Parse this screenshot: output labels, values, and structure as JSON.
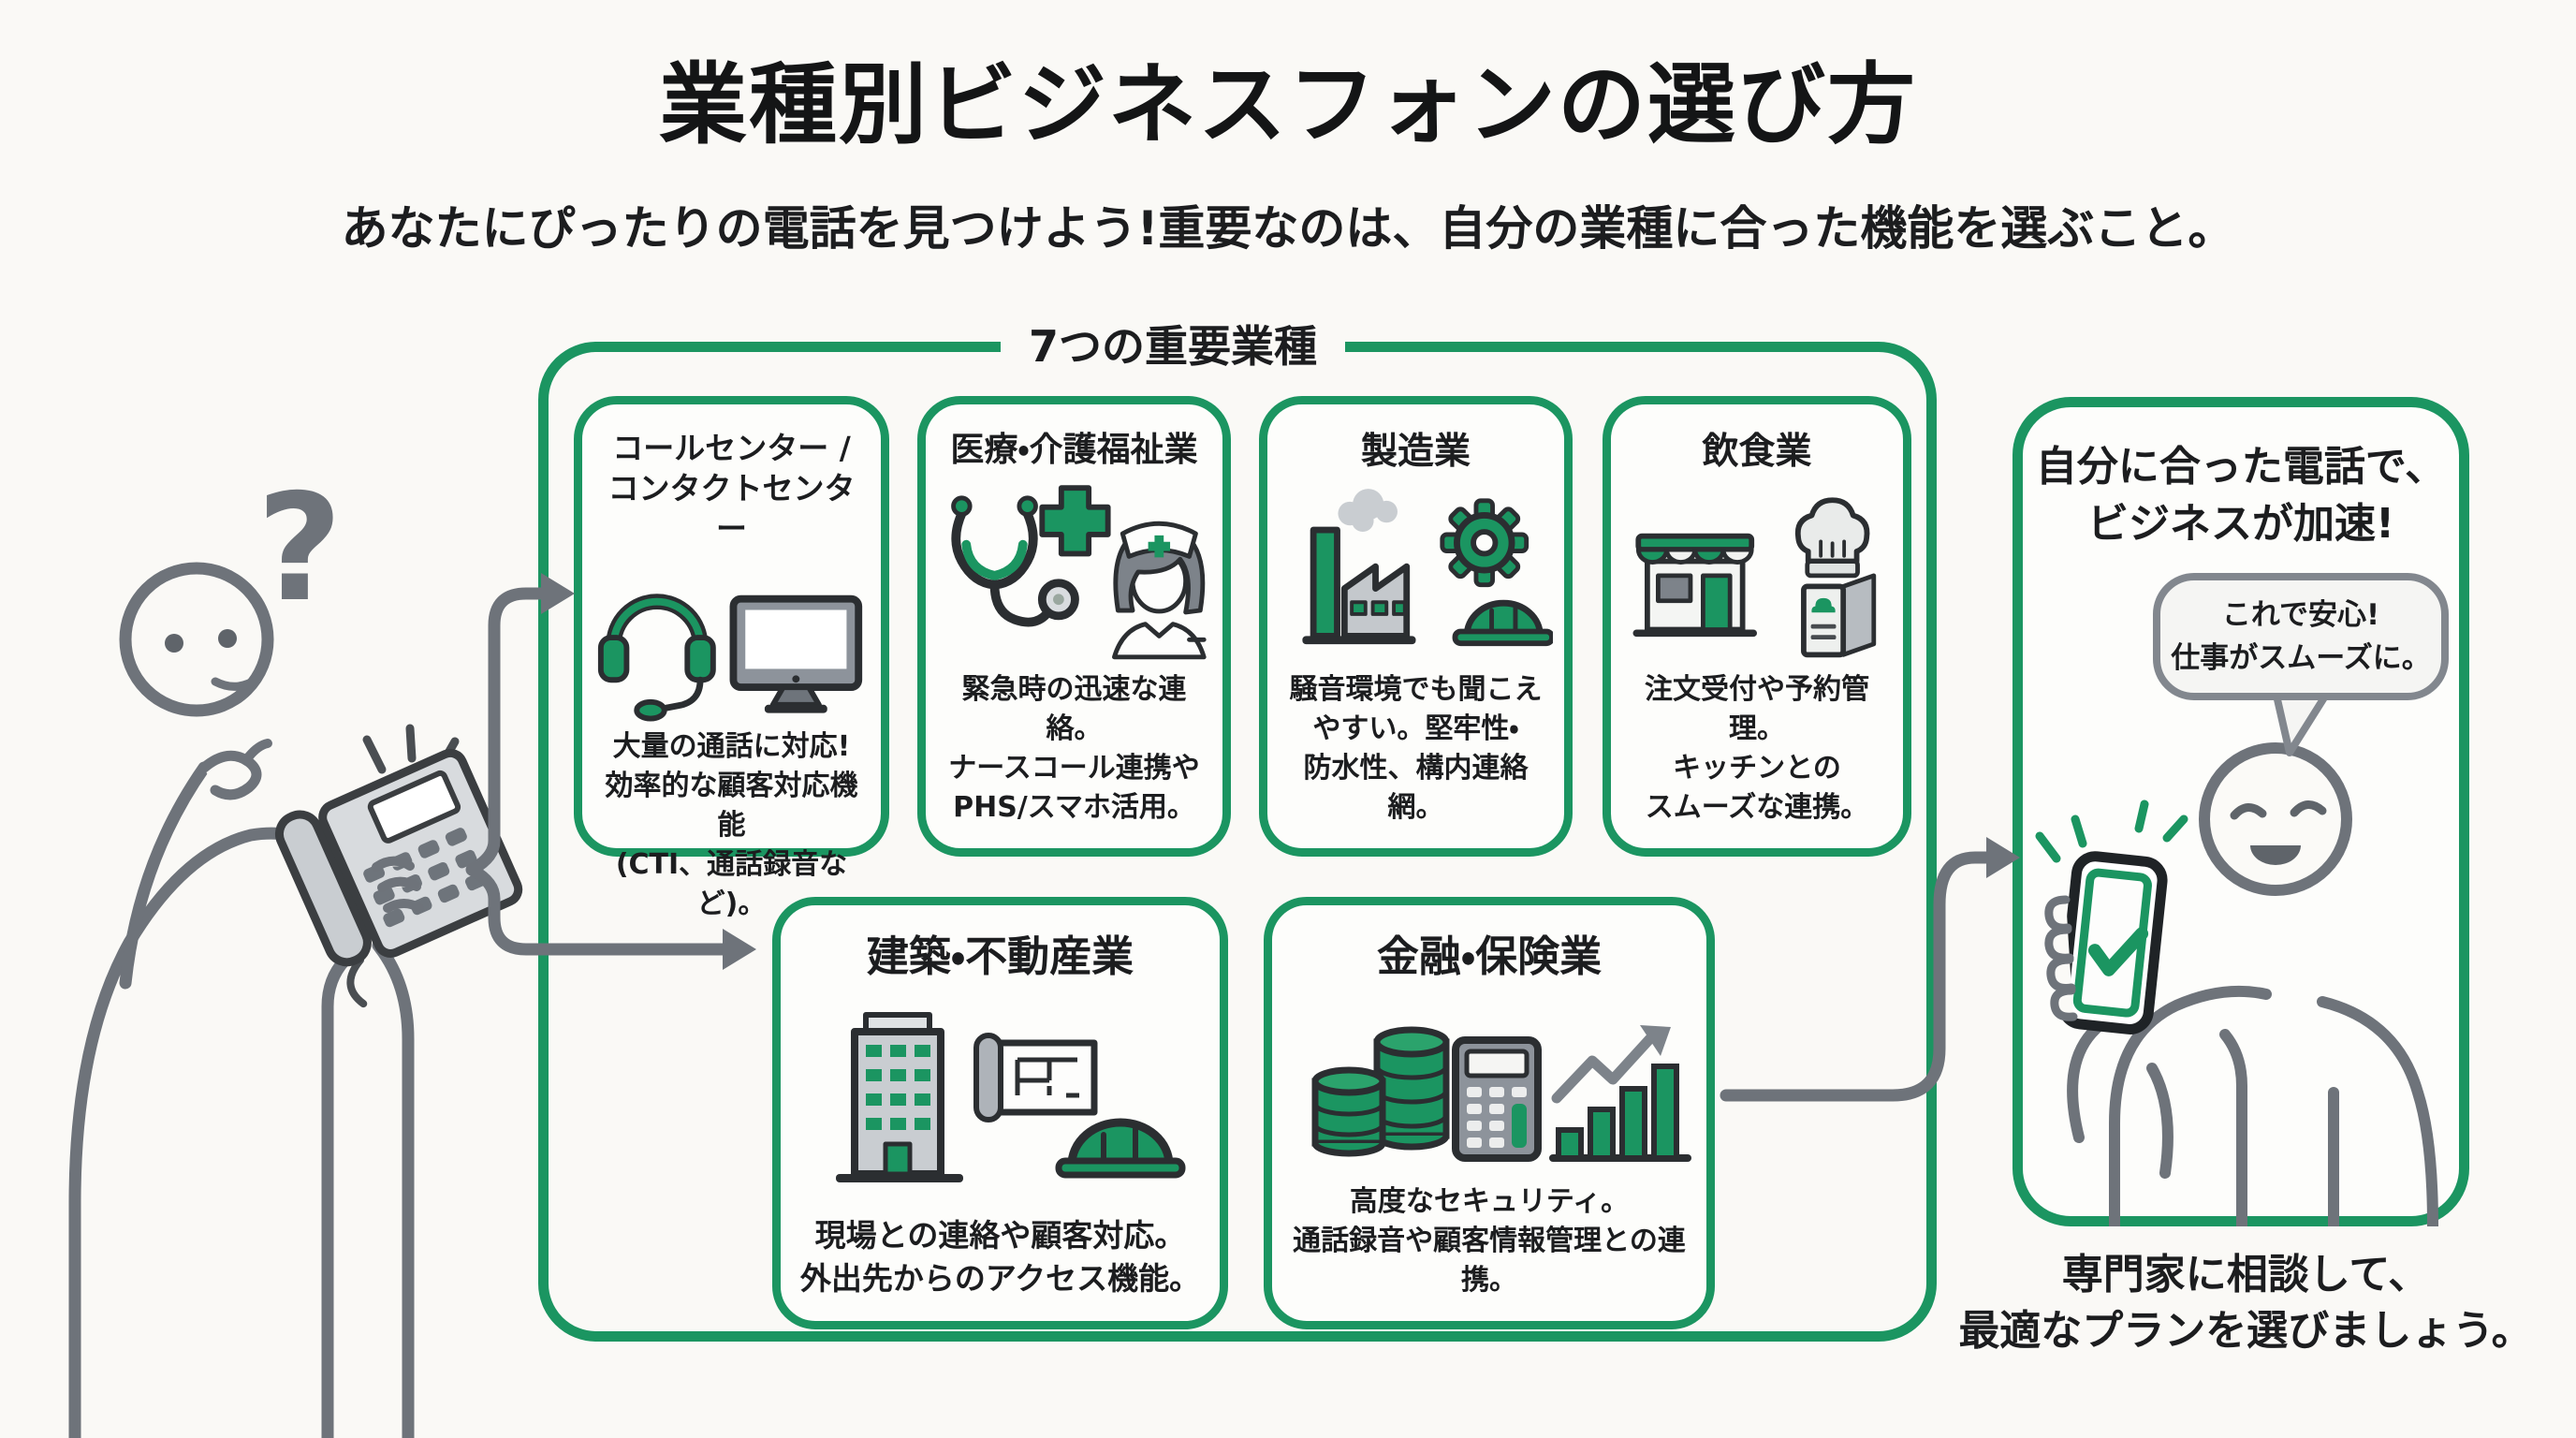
{
  "header": {
    "title": "業種別ビジネスフォンの選び方",
    "subtitle": "あなたにぴったりの電話を見つけよう!重要なのは、自分の業種に合った機能を選ぶこと。"
  },
  "group": {
    "label": "7つの重要業種"
  },
  "cards": [
    {
      "id": "call-center",
      "title_lines": [
        "コールセンター /",
        "コンタクトセンター"
      ],
      "desc_lines": [
        "大量の通話に対応!",
        "効率的な顧客対応機能",
        "(CTI、通話録音など)。"
      ],
      "icons": [
        "headset-icon",
        "desktop-monitor-icon"
      ]
    },
    {
      "id": "medical-care-welfare",
      "title_lines": [
        "医療・介護福祉業"
      ],
      "desc_lines": [
        "緊急時の迅速な連絡。",
        "ナースコール連携や",
        "PHS/スマホ活用。"
      ],
      "icons": [
        "stethoscope-icon",
        "medical-cross-icon",
        "nurse-icon"
      ]
    },
    {
      "id": "manufacturing",
      "title_lines": [
        "製造業"
      ],
      "desc_lines": [
        "騒音環境でも聞こえ",
        "やすい。堅牢性・",
        "防水性、構内連絡網。"
      ],
      "icons": [
        "factory-icon",
        "smoke-icon",
        "gear-icon",
        "hard-hat-icon"
      ]
    },
    {
      "id": "food-service",
      "title_lines": [
        "飲食業"
      ],
      "desc_lines": [
        "注文受付や予約管理。",
        "キッチンとの",
        "スムーズな連携。"
      ],
      "icons": [
        "storefront-icon",
        "chef-hat-icon",
        "menu-icon"
      ]
    },
    {
      "id": "construction-real-estate",
      "title_lines": [
        "建築・不動産業"
      ],
      "desc_lines": [
        "現場との連絡や顧客対応。",
        "外出先からのアクセス機能。"
      ],
      "icons": [
        "office-building-icon",
        "blueprint-icon",
        "hard-hat-icon"
      ]
    },
    {
      "id": "finance-insurance",
      "title_lines": [
        "金融・保険業"
      ],
      "desc_lines": [
        "高度なセキュリティ。",
        "通話録音や顧客情報管理との連携。"
      ],
      "icons": [
        "coin-stack-icon",
        "calculator-icon",
        "growth-chart-icon"
      ]
    }
  ],
  "result_panel": {
    "title_lines": [
      "自分に合った電話で、",
      "ビジネスが加速!"
    ],
    "bubble_lines": [
      "これで安心!",
      "仕事がスムーズに。"
    ],
    "caption_lines": [
      "専門家に相談して、",
      "最適なプランを選びましょう。"
    ],
    "icons": [
      "smartphone-check-icon",
      "happy-person",
      "sparkle-lines"
    ]
  },
  "left_scene": {
    "icons": [
      "question-mark",
      "thinking-person",
      "desk-phone-icon",
      "ring-lines"
    ]
  },
  "colors": {
    "accent_green": "#1b9561",
    "arrow_gray": "#6e737a",
    "outline_dark": "#2b2e31",
    "background": "#faf9f6"
  }
}
